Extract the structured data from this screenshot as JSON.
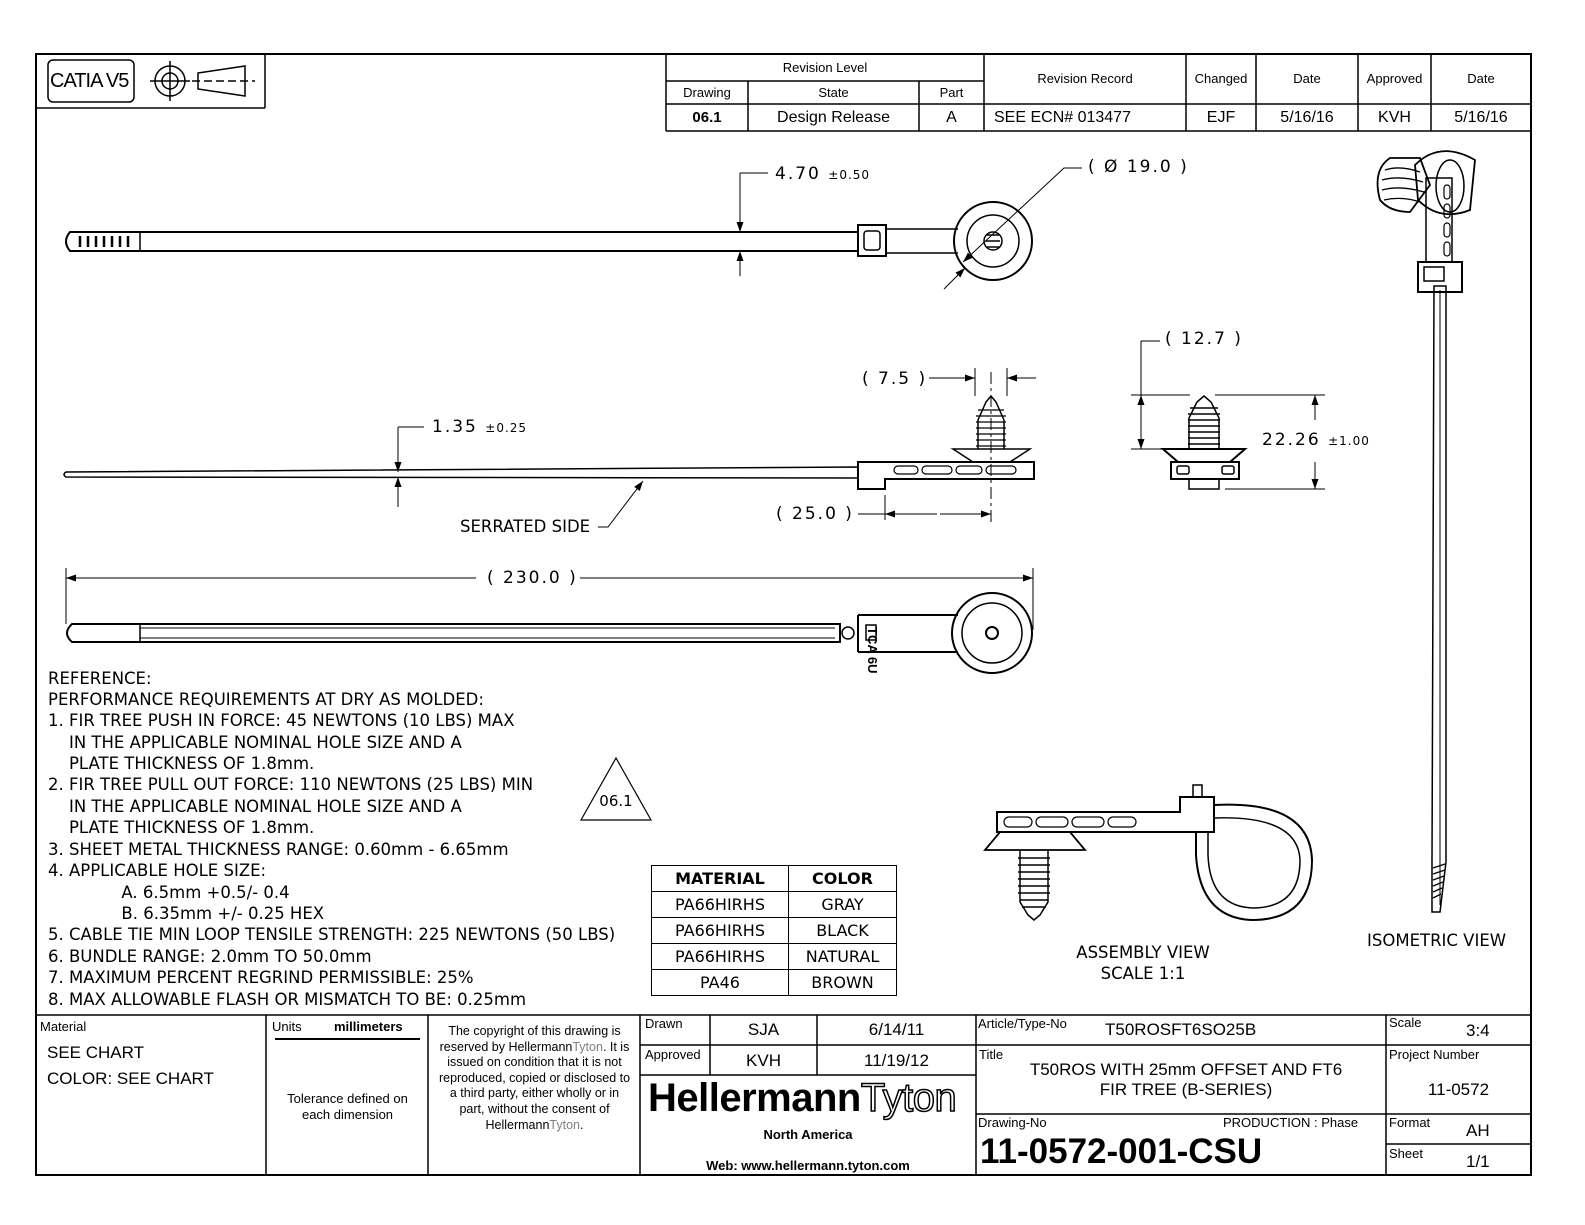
{
  "software_badge": "CATIA V5",
  "revision": {
    "header_level": "Revision Level",
    "col_drawing": "Drawing",
    "col_state": "State",
    "col_part": "Part",
    "col_record": "Revision Record",
    "col_changed": "Changed",
    "col_date": "Date",
    "col_approved": "Approved",
    "col_date2": "Date",
    "drawing": "06.1",
    "state": "Design Release",
    "part": "A",
    "record": "SEE ECN#  013477",
    "changed": "EJF",
    "date": "5/16/16",
    "approved": "KVH",
    "date2": "5/16/16"
  },
  "dimensions": {
    "head_height": "4.70",
    "head_height_tol": "±0.50",
    "head_diameter": "( Ø  19.0 )",
    "strap_thickness": "1.35",
    "strap_thickness_tol": "±0.25",
    "fir_width": "( 7.5 )",
    "offset": "( 25.0 )",
    "overall_length": "( 230.0 )",
    "fir_base": "( 12.7 )",
    "fir_height": "22.26",
    "fir_height_tol": "±1.00"
  },
  "labels": {
    "serrated_side": "SERRATED SIDE",
    "assembly_view": "ASSEMBLY VIEW",
    "assembly_scale": "SCALE 1:1",
    "isometric_view": "ISOMETRIC VIEW",
    "revision_flag": "06.1",
    "part_marking": "TCA 6U"
  },
  "notes": [
    "REFERENCE:",
    "PERFORMANCE REQUIREMENTS AT DRY AS MOLDED:",
    "1. FIR TREE PUSH IN FORCE: 45 NEWTONS (10 LBS) MAX",
    "    IN THE APPLICABLE NOMINAL HOLE SIZE AND A",
    "    PLATE THICKNESS OF 1.8mm.",
    "2. FIR TREE PULL OUT FORCE: 110 NEWTONS (25 LBS) MIN",
    "    IN THE APPLICABLE NOMINAL HOLE SIZE AND A",
    "    PLATE THICKNESS OF 1.8mm.",
    "3. SHEET METAL THICKNESS RANGE: 0.60mm - 6.65mm",
    "4. APPLICABLE HOLE SIZE:",
    "              A. 6.5mm +0.5/- 0.4",
    "              B. 6.35mm +/- 0.25 HEX",
    "5. CABLE TIE MIN LOOP TENSILE STRENGTH: 225 NEWTONS (50 LBS)",
    "6. BUNDLE RANGE: 2.0mm TO 50.0mm",
    "7. MAXIMUM PERCENT REGRIND PERMISSIBLE: 25%",
    "8. MAX ALLOWABLE FLASH OR MISMATCH TO BE: 0.25mm"
  ],
  "material_table": {
    "headers": [
      "MATERIAL",
      "COLOR"
    ],
    "rows": [
      [
        "PA66HIRHS",
        "GRAY"
      ],
      [
        "PA66HIRHS",
        "BLACK"
      ],
      [
        "PA66HIRHS",
        "NATURAL"
      ],
      [
        "PA46",
        "BROWN"
      ]
    ]
  },
  "title_block": {
    "material_label": "Material",
    "material_value": "SEE CHART",
    "color_value": "COLOR: SEE CHART",
    "units_label": "Units",
    "units_value": "millimeters",
    "tolerance": "Tolerance defined on each dimension",
    "copyright_1": "The copyright of this drawing is reserved by",
    "copyright_brand_a": "Hellermann",
    "copyright_brand_b": "Tyton",
    "copyright_2": ". It is issued on condition that it is not reproduced, copied or disclosed to a third party, either wholly or in part, without the consent of",
    "copyright_end_a": "Hellermann",
    "copyright_end_b": "Tyton",
    "copyright_end_c": ".",
    "drawn_label": "Drawn",
    "drawn_by": "SJA",
    "drawn_date": "6/14/11",
    "approved_label": "Approved",
    "approved_by": "KVH",
    "approved_date": "11/19/12",
    "logo_a": "Hellermann",
    "logo_b": "Tyton",
    "region": "North America",
    "web": "Web: www.hellermann.tyton.com",
    "article_label": "Article/Type-No",
    "article_value": "T50ROSFT6SO25B",
    "title_label": "Title",
    "title_line1": "T50ROS WITH 25mm OFFSET AND FT6",
    "title_line2": "FIR TREE (B-SERIES)",
    "drawing_no_label": "Drawing-No",
    "phase": "PRODUCTION  : Phase",
    "drawing_no": "11-0572-001-CSU",
    "scale_label": "Scale",
    "scale_value": "3:4",
    "project_label": "Project Number",
    "project_value": "11-0572",
    "format_label": "Format",
    "format_value": "AH",
    "sheet_label": "Sheet",
    "sheet_value": "1/1"
  }
}
